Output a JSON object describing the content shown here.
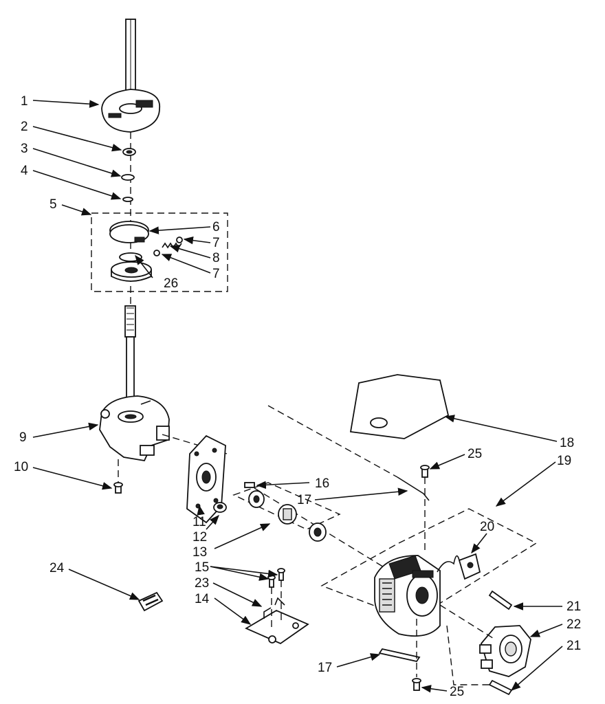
{
  "callouts": [
    {
      "id": "c1",
      "label": "1"
    },
    {
      "id": "c2",
      "label": "2"
    },
    {
      "id": "c3",
      "label": "3"
    },
    {
      "id": "c4",
      "label": "4"
    },
    {
      "id": "c5",
      "label": "5"
    },
    {
      "id": "c6",
      "label": "6"
    },
    {
      "id": "c7a",
      "label": "7"
    },
    {
      "id": "c8",
      "label": "8"
    },
    {
      "id": "c7b",
      "label": "7"
    },
    {
      "id": "c26",
      "label": "26"
    },
    {
      "id": "c9",
      "label": "9"
    },
    {
      "id": "c10",
      "label": "10"
    },
    {
      "id": "c11",
      "label": "11"
    },
    {
      "id": "c12",
      "label": "12"
    },
    {
      "id": "c13",
      "label": "13"
    },
    {
      "id": "c14",
      "label": "14"
    },
    {
      "id": "c15",
      "label": "15"
    },
    {
      "id": "c16",
      "label": "16"
    },
    {
      "id": "c17a",
      "label": "17"
    },
    {
      "id": "c17b",
      "label": "17"
    },
    {
      "id": "c18",
      "label": "18"
    },
    {
      "id": "c19",
      "label": "19"
    },
    {
      "id": "c20",
      "label": "20"
    },
    {
      "id": "c21a",
      "label": "21"
    },
    {
      "id": "c21b",
      "label": "21"
    },
    {
      "id": "c22",
      "label": "22"
    },
    {
      "id": "c23",
      "label": "23"
    },
    {
      "id": "c24",
      "label": "24"
    },
    {
      "id": "c25a",
      "label": "25"
    },
    {
      "id": "c25b",
      "label": "25"
    }
  ]
}
